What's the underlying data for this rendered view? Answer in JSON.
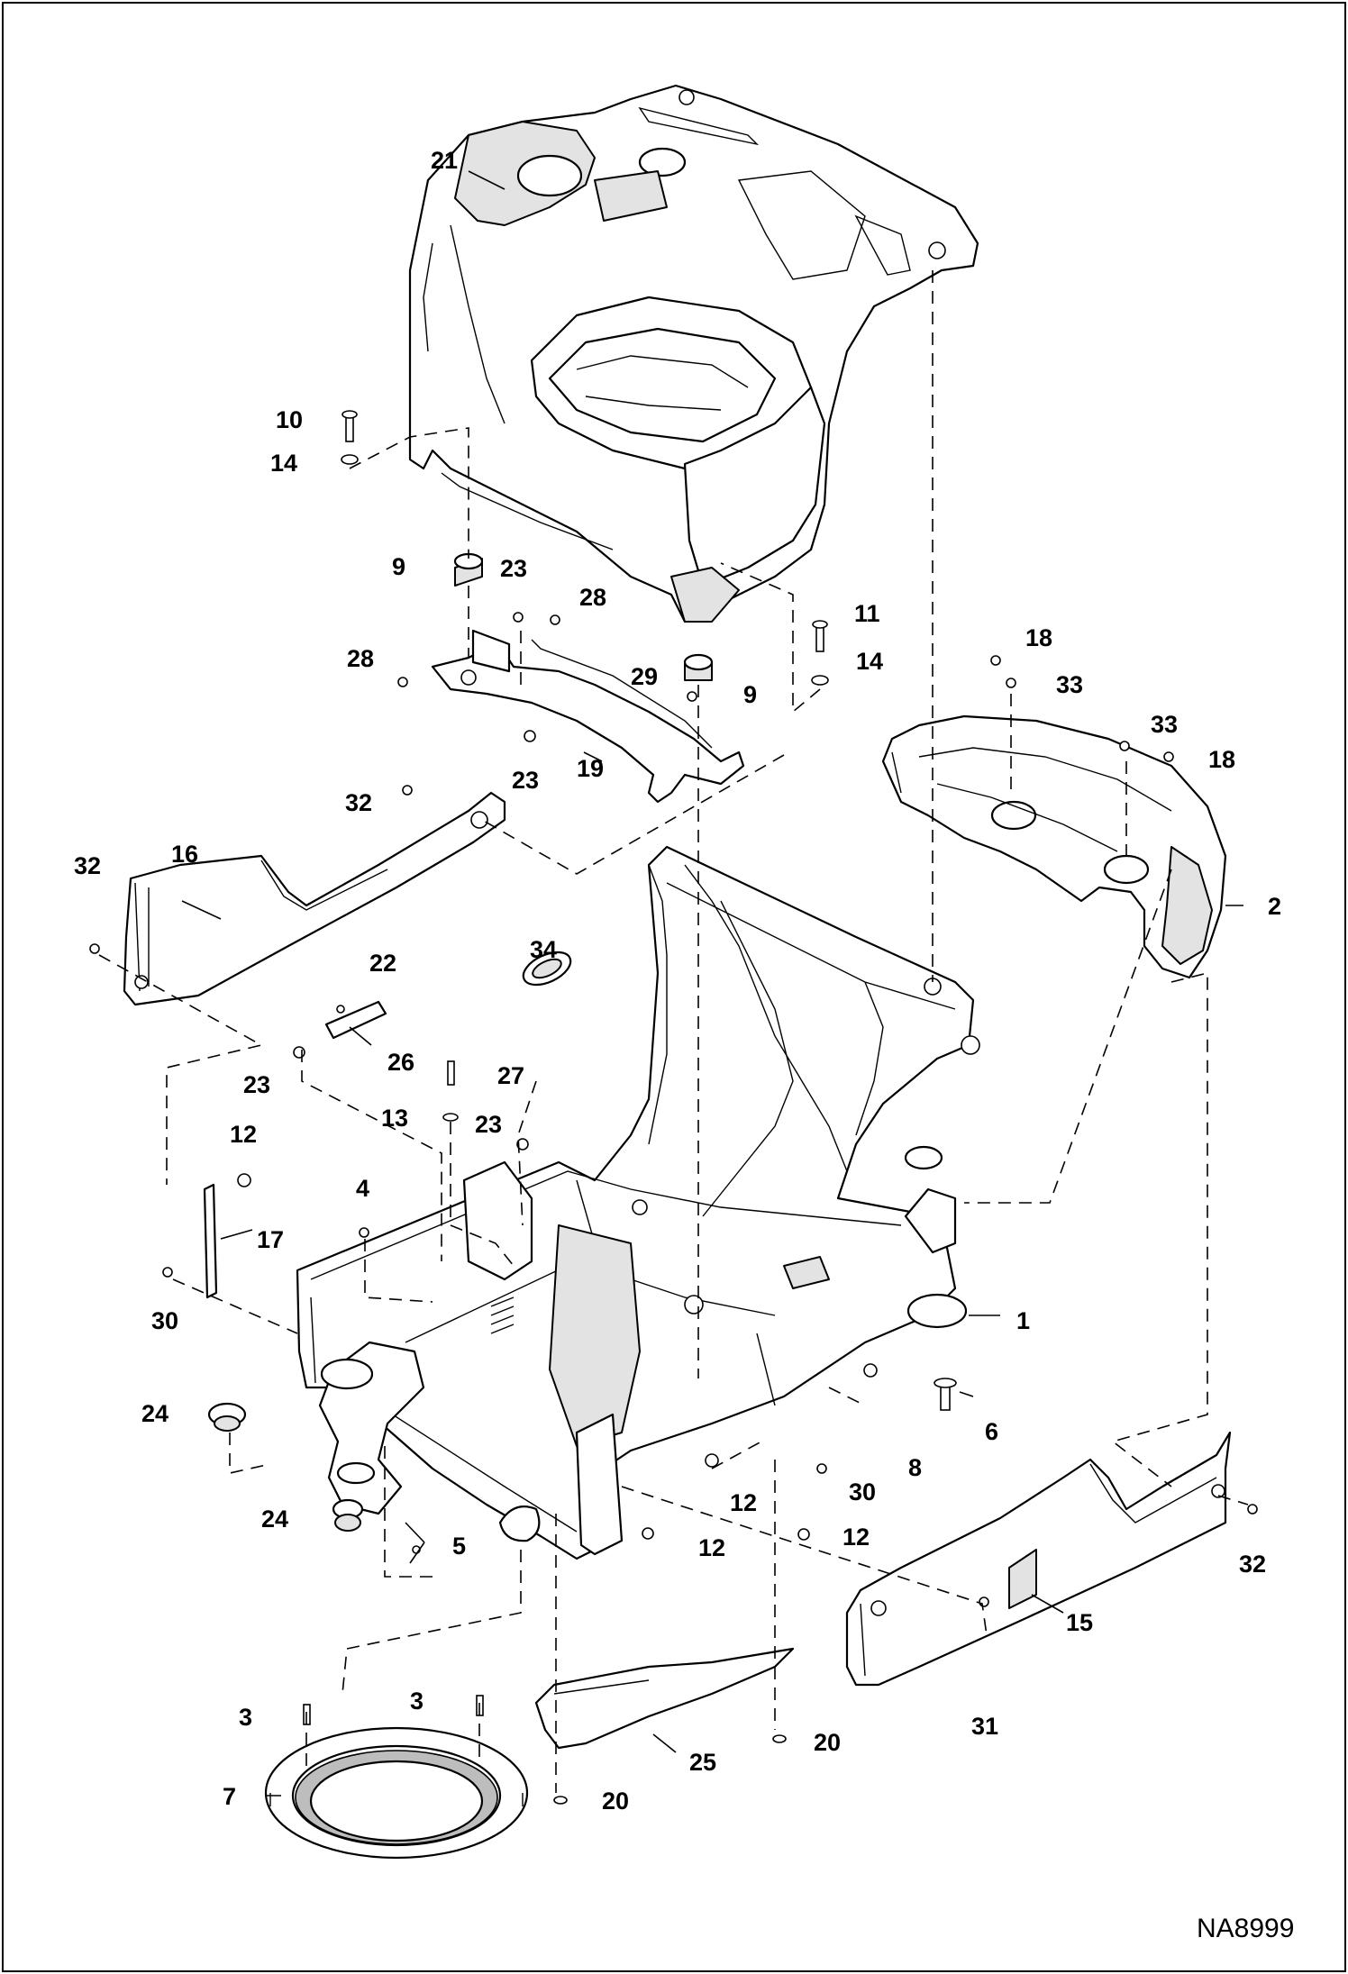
{
  "drawing": {
    "reference": "NA8999"
  },
  "callouts": {
    "c1": "1",
    "c2": "2",
    "c3a": "3",
    "c3b": "3",
    "c4": "4",
    "c5": "5",
    "c6": "6",
    "c7": "7",
    "c8": "8",
    "c9a": "9",
    "c9b": "9",
    "c10": "10",
    "c11": "11",
    "c12a": "12",
    "c12b": "12",
    "c12c": "12",
    "c12d": "12",
    "c13": "13",
    "c14a": "14",
    "c14b": "14",
    "c15": "15",
    "c16": "16",
    "c17": "17",
    "c18a": "18",
    "c18b": "18",
    "c19": "19",
    "c20a": "20",
    "c20b": "20",
    "c21": "21",
    "c22": "22",
    "c23a": "23",
    "c23b": "23",
    "c23c": "23",
    "c23d": "23",
    "c24a": "24",
    "c24b": "24",
    "c25": "25",
    "c26": "26",
    "c27": "27",
    "c28a": "28",
    "c28b": "28",
    "c29": "29",
    "c30a": "30",
    "c30b": "30",
    "c31": "31",
    "c32a": "32",
    "c32b": "32",
    "c32c": "32",
    "c33a": "33",
    "c33b": "33",
    "c34": "34"
  }
}
